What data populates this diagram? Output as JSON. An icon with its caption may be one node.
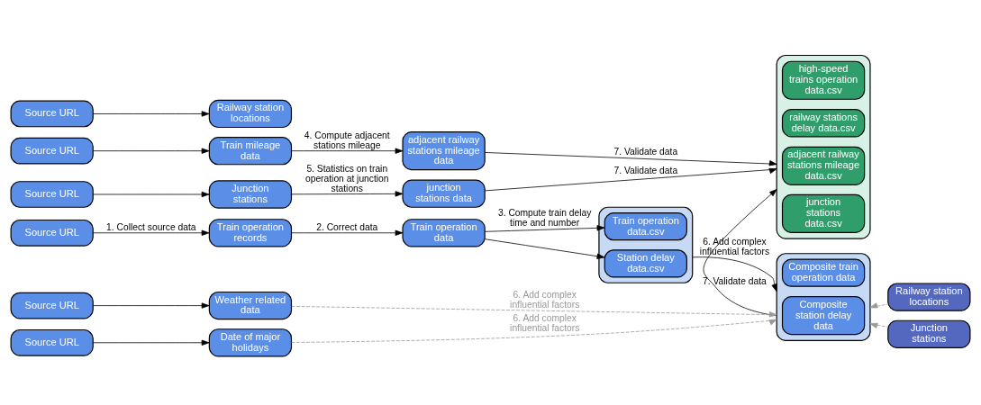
{
  "diagram": {
    "nodes": [
      {
        "text": [
          "Source URL"
        ]
      },
      {
        "text": [
          "Train operation records"
        ]
      },
      {
        "text": [
          "Train operation data"
        ]
      },
      {
        "text": [],
        "shape": "box"
      },
      {
        "text": [
          "Train operation data.csv"
        ],
        "in": 3
      },
      {
        "text": [
          "Station delay data.csv"
        ],
        "in": 3
      },
      {
        "text": [],
        "shape": "box"
      },
      {
        "text": [
          "Composite train operation data"
        ],
        "in": 6
      },
      {
        "text": [
          "Composite station delay data"
        ],
        "in": 6
      },
      {
        "text": [
          "Railway station locations"
        ]
      },
      {
        "text": [
          "Junction stations"
        ]
      },
      {
        "text": [
          "Source URL"
        ]
      },
      {
        "text": [
          "Weather related data"
        ]
      },
      {
        "text": [
          "Source URL"
        ]
      },
      {
        "text": [
          "Date of major holidays"
        ]
      },
      {
        "text": [],
        "shape": "box"
      },
      {
        "text": [
          "high-speed trains operation data.csv"
        ],
        "in": 15
      },
      {
        "text": [
          "railway stations delay data.csv"
        ],
        "in": 15
      },
      {
        "text": [
          "adjacent railway stations mileage data.csv"
        ],
        "in": 15
      },
      {
        "text": [
          "junction stations data.csv"
        ],
        "in": 15
      },
      {
        "text": [
          "Source URL"
        ]
      },
      {
        "text": [
          "Train mileage data"
        ]
      },
      {
        "text": [
          "adjacent railway stations mileage data"
        ]
      },
      {
        "text": [
          "Source URL"
        ]
      },
      {
        "text": [
          "Railway station locations"
        ]
      },
      {
        "text": [
          "Source URL"
        ]
      },
      {
        "text": [
          "Junction stations"
        ]
      },
      {
        "text": [
          "junction stations data"
        ]
      }
    ],
    "edges": [
      {
        "from": 0,
        "to": 1,
        "arrow": "to",
        "label": "1. Collect source data"
      },
      {
        "from": 1,
        "to": 2,
        "arrow": "to",
        "label": "2. Correct data"
      },
      {
        "from": 2,
        "to": 4,
        "arrow": "to",
        "label": "3. Compute train delay time and number"
      },
      {
        "from": 2,
        "to": 5,
        "arrow": "to"
      },
      {
        "from": 3,
        "to": 6,
        "arrow": "to",
        "label": "6. Add complex influential factors"
      },
      {
        "from": 9,
        "to": 6,
        "arrow": "to",
        "style": "dashed",
        "color": "#999999"
      },
      {
        "from": 10,
        "to": 6,
        "arrow": "to",
        "style": "dashed",
        "color": "#999999"
      },
      {
        "from": 11,
        "to": 12,
        "arrow": "to"
      },
      {
        "from": 12,
        "to": 6,
        "arrow": "to",
        "label": "6. Add complex influential factors",
        "style": "dashed",
        "color": "#999999"
      },
      {
        "from": 13,
        "to": 14,
        "arrow": "to"
      },
      {
        "from": 14,
        "to": 6,
        "arrow": "to",
        "label": "6. Add complex influential factors",
        "style": "dashed",
        "color": "#999999"
      },
      {
        "from": 6,
        "to": 15,
        "arrow": "to",
        "label": "7. Validate data"
      },
      {
        "from": 20,
        "to": 21,
        "arrow": "to"
      },
      {
        "from": 21,
        "to": 22,
        "arrow": "to",
        "label": "4. Compute adjacent stations mileage"
      },
      {
        "from": 22,
        "to": 15,
        "arrow": "to",
        "label": "7. Validate data"
      },
      {
        "from": 23,
        "to": 24,
        "arrow": "to"
      },
      {
        "from": 25,
        "to": 26,
        "arrow": "to"
      },
      {
        "from": 26,
        "to": 27,
        "arrow": "to",
        "label": "5. Statistics on train operation at junction stations"
      },
      {
        "from": 27,
        "to": 15,
        "arrow": "to",
        "label": "7. Validate data"
      }
    ]
  }
}
